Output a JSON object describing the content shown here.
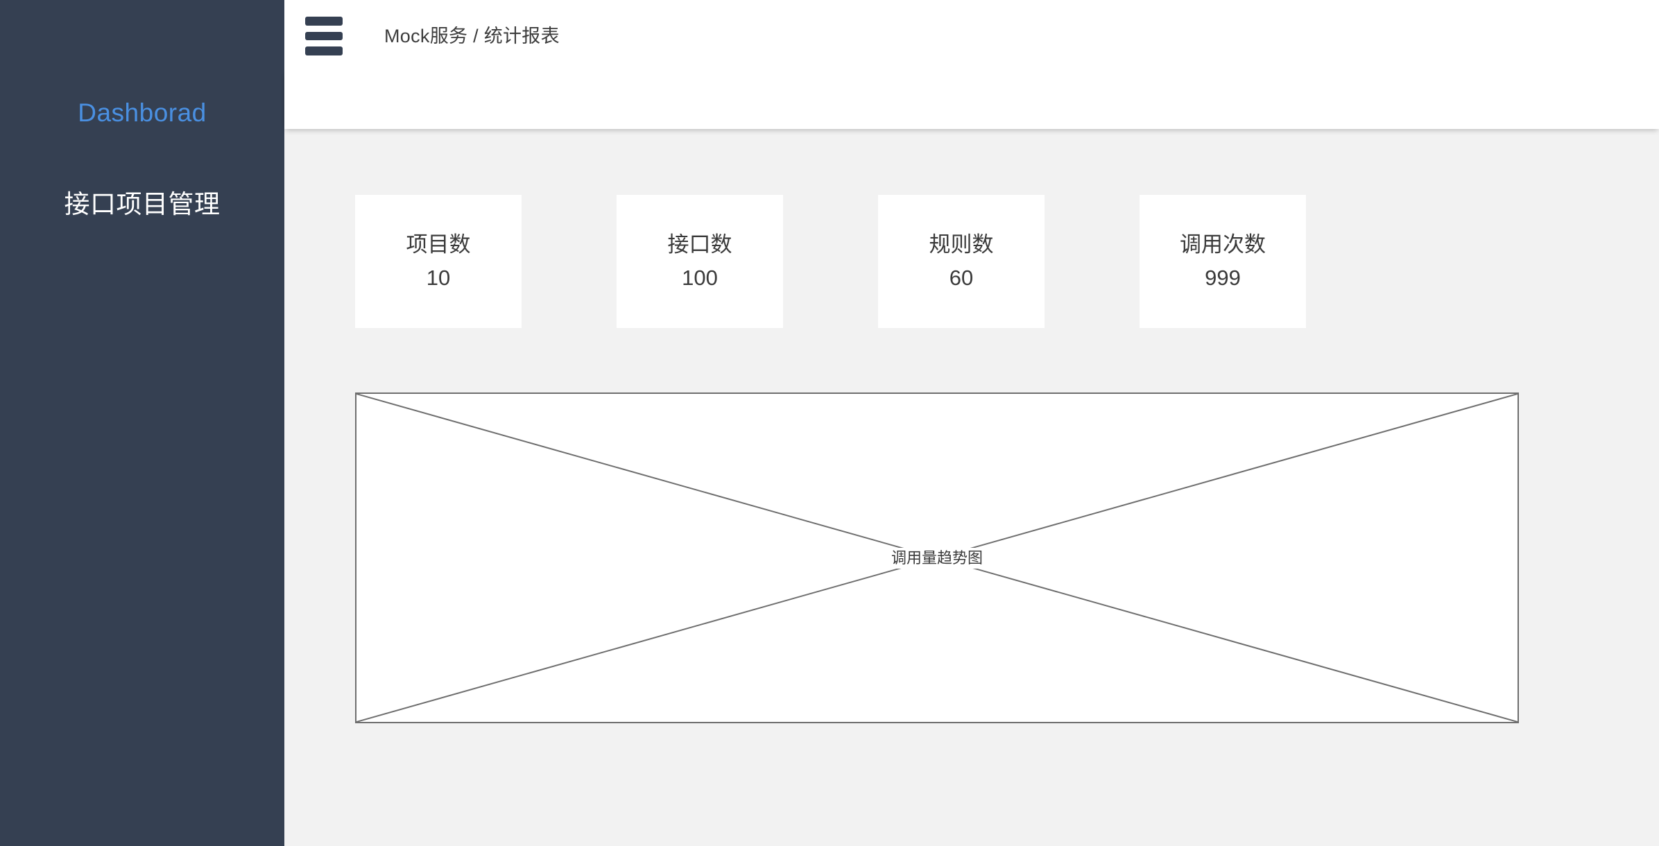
{
  "sidebar": {
    "items": [
      {
        "label": "Dashborad",
        "active": true
      },
      {
        "label": "接口项目管理",
        "active": false
      }
    ],
    "background_color": "#354052",
    "active_color": "#4a90e2",
    "label_color": "#ffffff"
  },
  "header": {
    "menu_icon": "hamburger-icon",
    "breadcrumb": "Mock服务 / 统计报表",
    "breadcrumb_parts": [
      "Mock服务",
      "/",
      "统计报表"
    ]
  },
  "subbar": {
    "content": ""
  },
  "main": {
    "cards": [
      {
        "title": "项目数",
        "value": "10"
      },
      {
        "title": "接口数",
        "value": "100"
      },
      {
        "title": "规则数",
        "value": "60"
      },
      {
        "title": "调用次数",
        "value": "999"
      }
    ],
    "chart_placeholder": {
      "label": "调用量趋势图",
      "border_color": "#6e6e6e",
      "fill_color": "#ffffff"
    }
  },
  "chart_data": {
    "type": "line",
    "title": "调用量趋势图",
    "placeholder": true,
    "categories": [],
    "values": [],
    "xlabel": "",
    "ylabel": "",
    "legend": []
  },
  "theme": {
    "page_background": "#f2f2f2",
    "card_background": "#ffffff",
    "text_color": "#3a3a3a"
  }
}
